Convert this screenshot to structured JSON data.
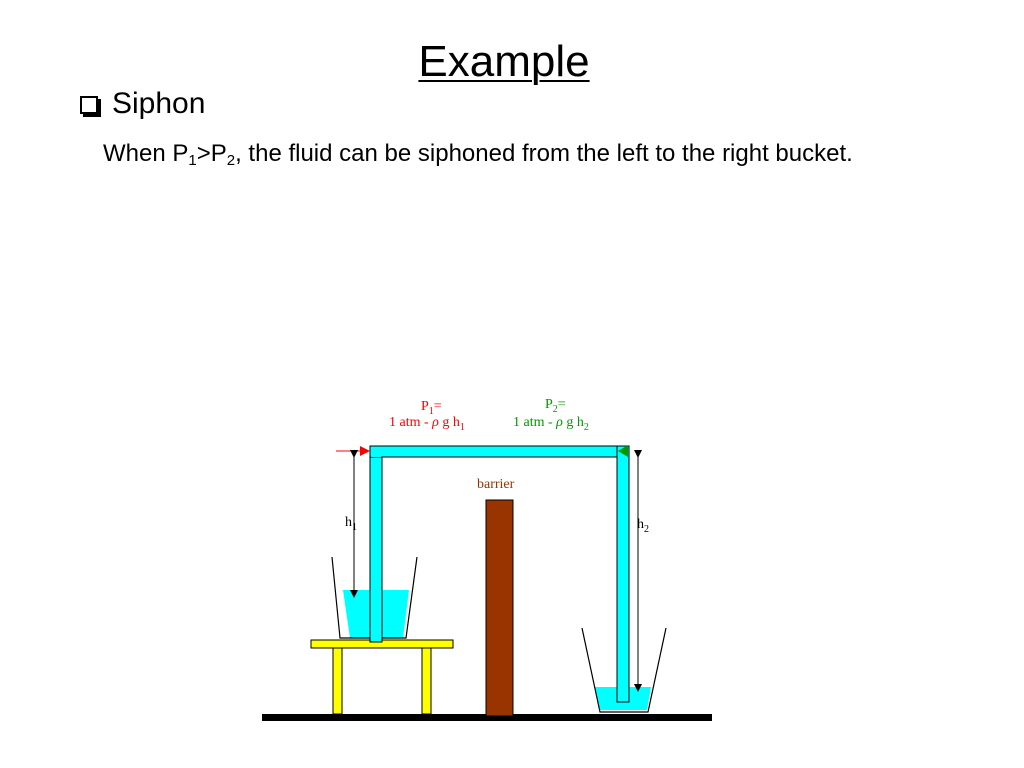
{
  "slide": {
    "title": "Example",
    "bullet": "Siphon",
    "body": {
      "part1": "When P",
      "sub1": "1",
      "part2": ">P",
      "sub2": "2",
      "part3": ",  the fluid can be siphoned from the left to the right bucket."
    }
  },
  "figure": {
    "p1_label": "P",
    "p1_sub": "1",
    "p1_eq": "=",
    "p1_formula_a": "1 atm - ",
    "p1_rho": "ρ",
    "p1_formula_b": " g h",
    "p1_formula_sub": "1",
    "p2_label": "P",
    "p2_sub": "2",
    "p2_eq": "=",
    "p2_formula_a": "1 atm - ",
    "p2_rho": "ρ",
    "p2_formula_b": " g h",
    "p2_formula_sub": "2",
    "barrier_label": "barrier",
    "h1_label": "h",
    "h1_sub": "1",
    "h2_label": "h",
    "h2_sub": "2",
    "colors": {
      "water": "#00ffff",
      "barrier": "#993300",
      "table": "#ffff00",
      "ground": "#000000",
      "p1_text": "#ff0000",
      "p2_text": "#009900"
    }
  }
}
